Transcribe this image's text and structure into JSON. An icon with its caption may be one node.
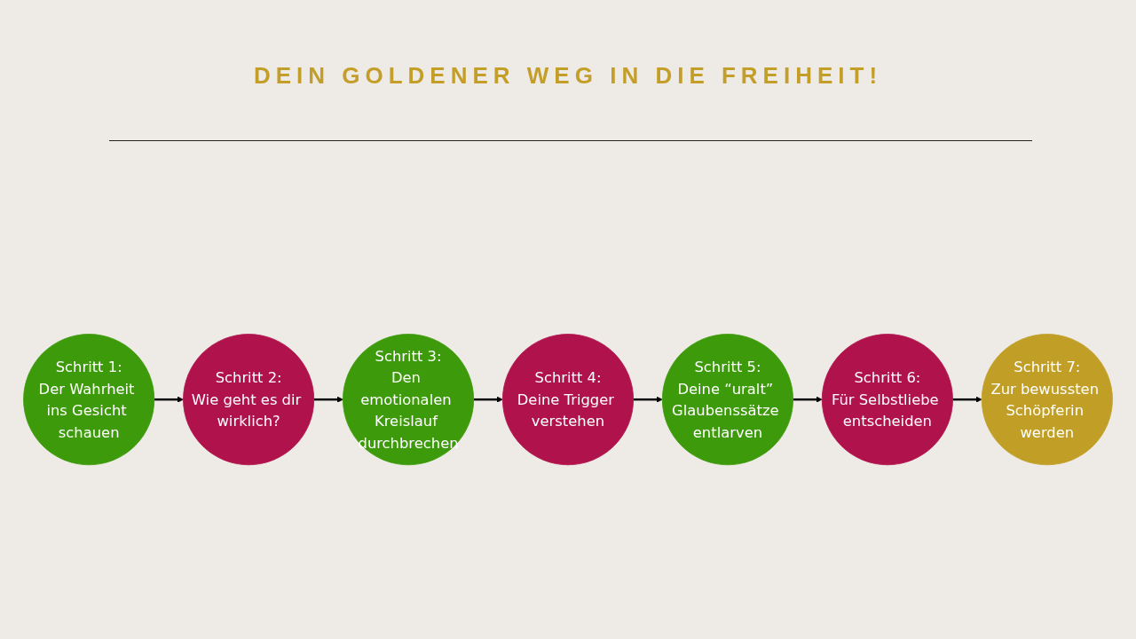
{
  "diagram": {
    "title": "DEIN GOLDENER WEG IN DIE FREIHEIT!",
    "nodes": [
      {
        "text": [
          "Schritt 1:",
          "Der Wahrheit ins Gesicht schauen"
        ]
      },
      {
        "text": [
          "Schritt 2:",
          "Wie geht es dir wirklich?"
        ]
      },
      {
        "text": [
          "Schritt 3:",
          "Den emotionalen Kreislauf durchbrechen"
        ]
      },
      {
        "text": [
          "Schritt 4:",
          "Deine Trigger verstehen"
        ]
      },
      {
        "text": [
          "Schritt 5:",
          "Deine “uralt” Glaubenssätze entlarven"
        ]
      },
      {
        "text": [
          "Schritt 6:",
          "Für Selbstliebe entscheiden"
        ]
      },
      {
        "text": [
          "Schritt 7:",
          "Zur bewussten Schöpferin werden"
        ]
      }
    ],
    "edges": [
      {
        "from": 0,
        "to": 1,
        "arrow": "to"
      },
      {
        "from": 1,
        "to": 2,
        "arrow": "to"
      },
      {
        "from": 2,
        "to": 3,
        "arrow": "to"
      },
      {
        "from": 3,
        "to": 4,
        "arrow": "to"
      },
      {
        "from": 4,
        "to": 5,
        "arrow": "to"
      },
      {
        "from": 5,
        "to": 6,
        "arrow": "to"
      }
    ]
  }
}
